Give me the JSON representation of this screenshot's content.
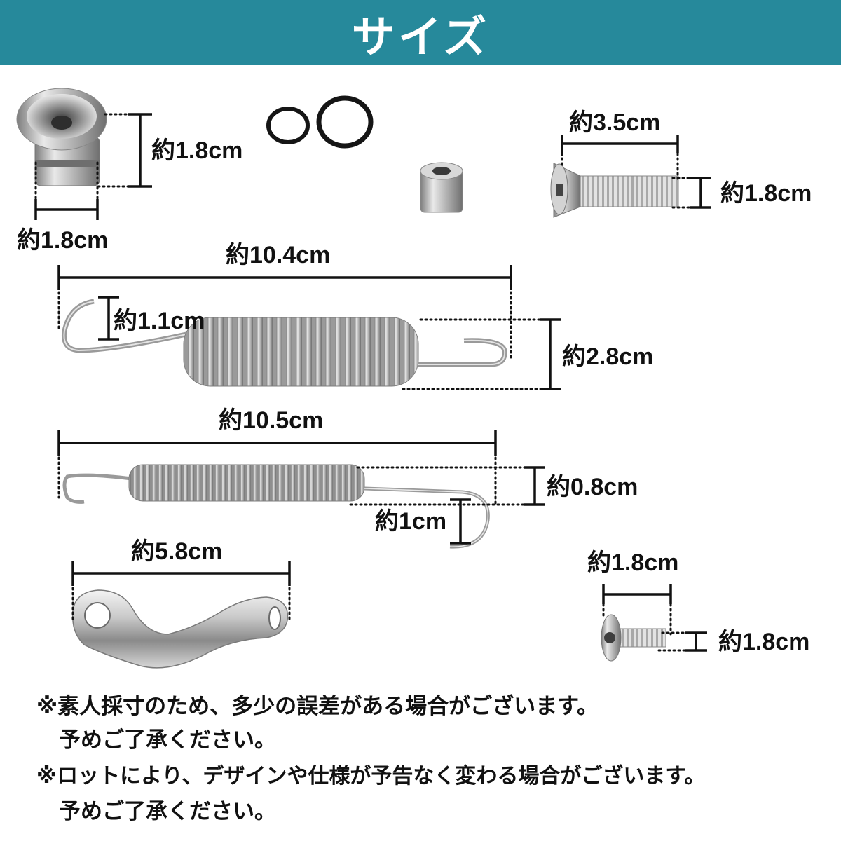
{
  "header": {
    "title": "サイズ",
    "background": "#26899b"
  },
  "dimensions": {
    "guide_height": "約1.8cm",
    "guide_width": "約1.8cm",
    "bolt_length": "約3.5cm",
    "bolt_diameter": "約1.8cm",
    "spring1_length": "約10.4cm",
    "spring1_hook": "約1.1cm",
    "spring1_diameter": "約2.8cm",
    "spring2_length": "約10.5cm",
    "spring2_diameter": "約0.8cm",
    "spring2_hook": "約1cm",
    "plate_length": "約5.8cm",
    "small_bolt_length": "約1.8cm",
    "small_bolt_diameter": "約1.8cm"
  },
  "notes": [
    "※素人採寸のため、多少の誤差がある場合がございます。",
    "予めご了承ください。",
    "※ロットにより、デザインや仕様が予告なく変わる場合がございます。",
    "予めご了承ください。"
  ],
  "icons": {
    "guide": "spring-guide-icon",
    "orings": "o-ring-icon",
    "spacer": "spacer-icon",
    "bolt": "countersunk-bolt-icon",
    "spring1": "long-spring-icon",
    "spring2": "thin-spring-icon",
    "plate": "bracket-plate-icon",
    "small_bolt": "button-bolt-icon"
  }
}
